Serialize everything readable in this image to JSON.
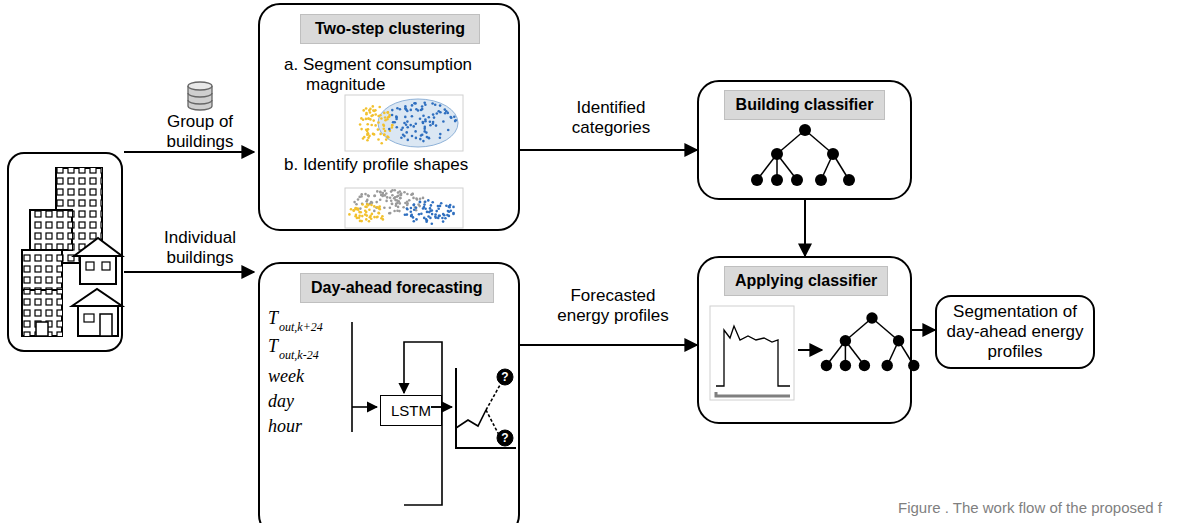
{
  "diagram": {
    "caption": "Figure . The work flow of the proposed f",
    "nodes": [
      {
        "text": [
          "Two-step clustering",
          "a. Segment consumption magnitude",
          "b. Identify profile shapes"
        ]
      },
      {
        "text": [
          "Day-ahead forecasting"
        ]
      },
      {
        "text": [
          "LSTM"
        ],
        "in": 1
      },
      {
        "text": [
          "Building classifier"
        ]
      },
      {
        "text": [
          "Applying classifier"
        ]
      },
      {
        "text": [
          "Segmentation of day-ahead energy profiles"
        ]
      }
    ],
    "edges": [
      {
        "from": 0,
        "to": 3,
        "arrow": "to",
        "label": "Identified categories"
      },
      {
        "from": 1,
        "to": 4,
        "arrow": "to",
        "label": "Forecasted energy profiles"
      },
      {
        "from": 3,
        "to": 4,
        "arrow": "to"
      },
      {
        "from": 4,
        "to": 5,
        "arrow": "to"
      }
    ],
    "labels": [
      "Group of buildings",
      "Individual buildings",
      "T",
      "out,k+24",
      "T",
      "out,k-24",
      "week",
      "day",
      "hour",
      "?",
      "?"
    ]
  }
}
